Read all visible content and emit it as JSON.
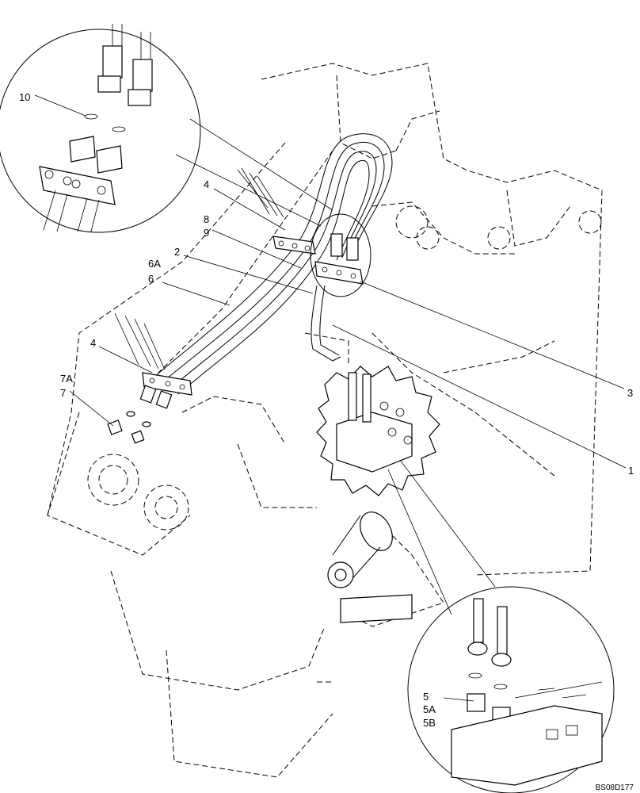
{
  "diagram": {
    "drawing_code": "BS08D177",
    "callouts": {
      "c10": "10",
      "c4_top": "4",
      "c8": "8",
      "c9": "9",
      "c2": "2",
      "c6A": "6A",
      "c6": "6",
      "c4_left": "4",
      "c7A": "7A",
      "c7": "7",
      "c3": "3",
      "c1": "1",
      "c5": "5",
      "c5A": "5A",
      "c5B": "5B"
    }
  }
}
